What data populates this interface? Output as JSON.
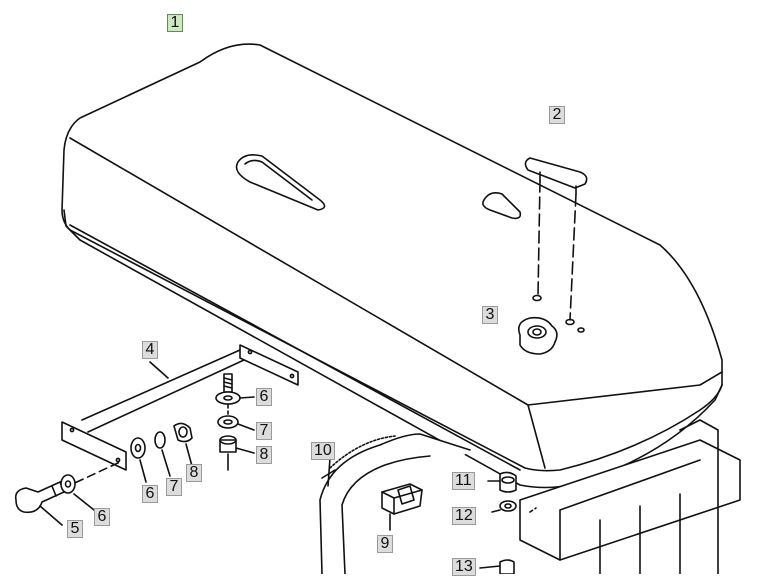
{
  "callouts": {
    "c1": "1",
    "c2": "2",
    "c3": "3",
    "c4": "4",
    "c5": "5",
    "c6a": "6",
    "c6b": "6",
    "c6c": "6",
    "c7a": "7",
    "c7b": "7",
    "c8a": "8",
    "c8b": "8",
    "c9": "9",
    "c10": "10",
    "c11": "11",
    "c12": "12",
    "c13": "13"
  },
  "colors": {
    "line": "#111111",
    "callout_fill": "#dcdcdc",
    "callout_main_fill": "#cfe8c4"
  }
}
